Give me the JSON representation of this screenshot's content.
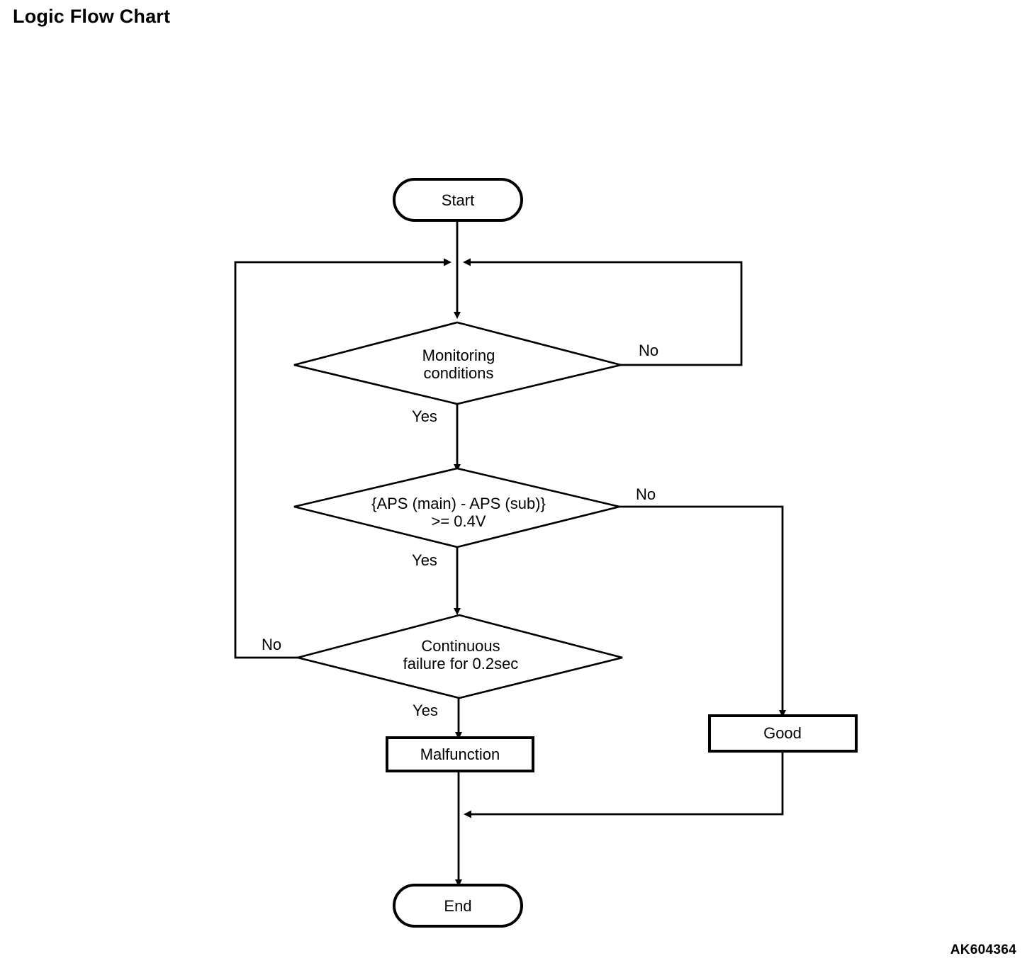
{
  "page": {
    "title": "Logic Flow Chart",
    "reference_code": "AK604364",
    "background_color": "#ffffff",
    "line_color": "#000000"
  },
  "chart_data": {
    "type": "diagram",
    "diagram_kind": "flowchart",
    "title": "Logic Flow Chart",
    "nodes": [
      {
        "id": "start",
        "shape": "terminator",
        "label": "Start"
      },
      {
        "id": "monitoring",
        "shape": "decision",
        "label": "Monitoring conditions",
        "line1": "Monitoring",
        "line2": "conditions"
      },
      {
        "id": "aps_diff",
        "shape": "decision",
        "label": "{APS (main) - APS (sub)} >= 0.4V",
        "line1": "{APS (main) - APS (sub)}",
        "line2": ">= 0.4V"
      },
      {
        "id": "continuous",
        "shape": "decision",
        "label": "Continuous failure for 0.2sec",
        "line1": "Continuous",
        "line2": "failure for 0.2sec"
      },
      {
        "id": "malfunction",
        "shape": "process",
        "label": "Malfunction"
      },
      {
        "id": "good",
        "shape": "process",
        "label": "Good"
      },
      {
        "id": "end",
        "shape": "terminator",
        "label": "End"
      }
    ],
    "edges": [
      {
        "from": "start",
        "to": "monitoring",
        "label": ""
      },
      {
        "from": "monitoring",
        "to": "aps_diff",
        "label": "Yes"
      },
      {
        "from": "monitoring",
        "to": "start_join",
        "label": "No"
      },
      {
        "from": "aps_diff",
        "to": "continuous",
        "label": "Yes"
      },
      {
        "from": "aps_diff",
        "to": "good",
        "label": "No"
      },
      {
        "from": "continuous",
        "to": "malfunction",
        "label": "Yes"
      },
      {
        "from": "continuous",
        "to": "start_join",
        "label": "No"
      },
      {
        "from": "malfunction",
        "to": "end",
        "label": ""
      },
      {
        "from": "good",
        "to": "end",
        "label": ""
      }
    ],
    "branch_labels": [
      "Yes",
      "No"
    ]
  },
  "labels": {
    "start": "Start",
    "end": "End",
    "malfunction": "Malfunction",
    "good": "Good",
    "monitoring_l1": "Monitoring",
    "monitoring_l2": "conditions",
    "aps_l1": "{APS (main) - APS (sub)}",
    "aps_l2": ">= 0.4V",
    "continuous_l1": "Continuous",
    "continuous_l2": "failure for 0.2sec",
    "yes": "Yes",
    "no": "No"
  }
}
